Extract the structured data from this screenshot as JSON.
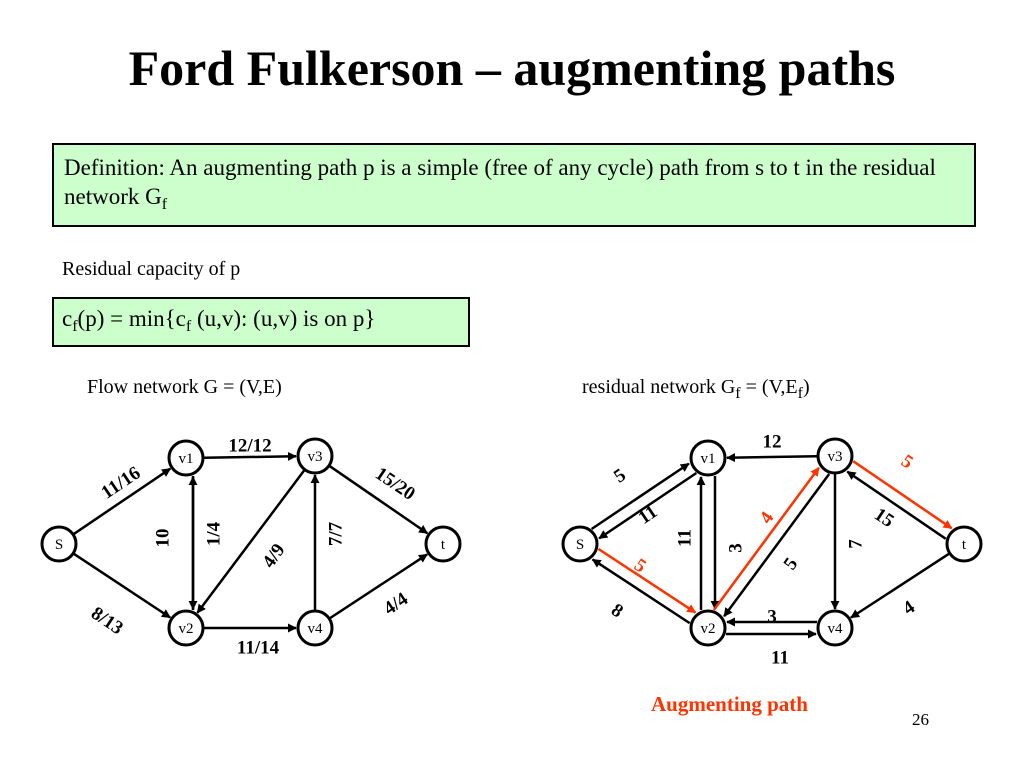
{
  "slide": {
    "title": "Ford Fulkerson – augmenting paths",
    "definition": {
      "text_main": "Definition: An augmenting path p is a simple (free of any cycle) path from s to t in the residual network G",
      "text_sub": "f"
    },
    "residual_capacity_label": "Residual capacity of p",
    "formula": {
      "part1": "c",
      "sub1": "f",
      "part2": "(p) = min{c",
      "sub2": "f",
      "part3": " (u,v): (u,v) is on p}"
    },
    "left_caption": "Flow network G = (V,E)",
    "right_caption": {
      "part1": "residual network G",
      "sub1": "f",
      "part2": " = (V,E",
      "sub2": "f",
      "part3": ")"
    },
    "augmenting_label": "Augmenting path",
    "page_number": "26",
    "colors": {
      "highlight": "#ff3300",
      "box_fill": "#ccffcc"
    }
  },
  "flow_network": {
    "nodes": [
      "S",
      "v1",
      "v2",
      "v3",
      "v4",
      "t"
    ],
    "edges": [
      {
        "from": "S",
        "to": "v1",
        "label": "11/16"
      },
      {
        "from": "S",
        "to": "v2",
        "label": "8/13"
      },
      {
        "from": "v2",
        "to": "v1",
        "label": "1/4"
      },
      {
        "from": "v1",
        "to": "v2",
        "label": "10"
      },
      {
        "from": "v1",
        "to": "v3",
        "label": "12/12"
      },
      {
        "from": "v3",
        "to": "v2",
        "label": "4/9"
      },
      {
        "from": "v2",
        "to": "v4",
        "label": "11/14"
      },
      {
        "from": "v4",
        "to": "v3",
        "label": "7/7"
      },
      {
        "from": "v3",
        "to": "t",
        "label": "15/20"
      },
      {
        "from": "v4",
        "to": "t",
        "label": "4/4"
      }
    ]
  },
  "residual_network": {
    "nodes": [
      "S",
      "v1",
      "v2",
      "v3",
      "v4",
      "t"
    ],
    "edges": [
      {
        "from": "v1",
        "to": "S",
        "label": "5",
        "highlight": false
      },
      {
        "from": "S",
        "to": "v1",
        "label": "11",
        "highlight": false
      },
      {
        "from": "v2",
        "to": "S",
        "label": "8",
        "highlight": false
      },
      {
        "from": "S",
        "to": "v2",
        "label": "5",
        "highlight": true
      },
      {
        "from": "v3",
        "to": "v1",
        "label": "12",
        "highlight": false
      },
      {
        "from": "v1",
        "to": "v2",
        "label": "11",
        "highlight": false
      },
      {
        "from": "v2",
        "to": "v1",
        "label": "3",
        "highlight": false
      },
      {
        "from": "v2",
        "to": "v3",
        "label": "4",
        "highlight": true
      },
      {
        "from": "v3",
        "to": "v2",
        "label": "5",
        "highlight": false
      },
      {
        "from": "v2",
        "to": "v4",
        "label": "3",
        "highlight": false
      },
      {
        "from": "v4",
        "to": "v2",
        "label": "11",
        "highlight": false
      },
      {
        "from": "v3",
        "to": "v4",
        "label": "7",
        "highlight": false
      },
      {
        "from": "v3",
        "to": "t",
        "label": "5",
        "highlight": true
      },
      {
        "from": "t",
        "to": "v3",
        "label": "15",
        "highlight": false
      },
      {
        "from": "t",
        "to": "v4",
        "label": "4",
        "highlight": false
      }
    ]
  }
}
